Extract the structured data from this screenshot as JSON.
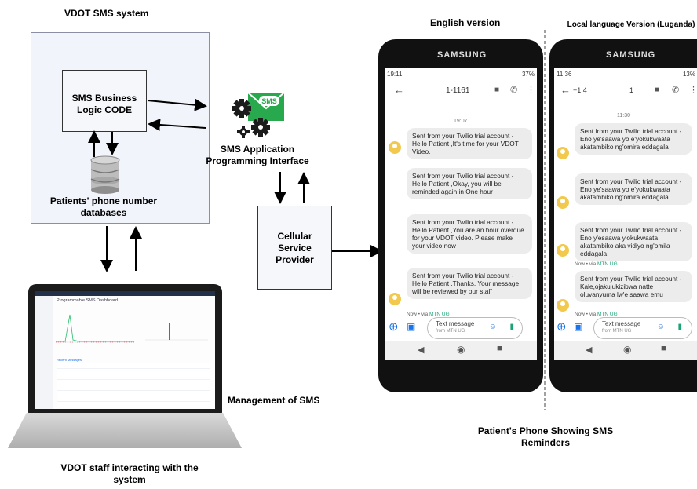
{
  "labels": {
    "vdot_sms_system": "VDOT SMS system",
    "business_logic": "SMS Business Logic CODE",
    "databases": "Patients' phone number databases",
    "api": "SMS Application Programming Interface",
    "api_logo_text": "SMS",
    "cellular": "Cellular Service Provider",
    "management": "Management of SMS",
    "staff": "VDOT staff interacting with the system",
    "english_version": "English version",
    "local_version": "Local language Version (Luganda)",
    "patient_phone": "Patient's Phone Showing SMS Reminders"
  },
  "english_phone": {
    "brand": "SAMSUNG",
    "status_time": "19:11",
    "status_right": "37%",
    "contact": "1-1161",
    "time_stamp": "19:07",
    "messages": [
      "Sent from your Twilio trial account - Hello Patient ,It's time for your VDOT Video.",
      "Sent from your Twilio trial account - Hello Patient ,Okay, you will be reminded again in One hour",
      "Sent from your Twilio trial account - Hello Patient ,You are an hour overdue for your VDOT video. Please make your video now",
      "Sent from your Twilio trial account - Hello Patient ,Thanks. Your message will be reviewed by our staff"
    ],
    "via_prefix": "Now • via ",
    "via_carrier": "MTN UG",
    "input_placeholder": "Text message",
    "input_sub": "from MTN UG"
  },
  "local_phone": {
    "brand": "SAMSUNG",
    "status_time": "11:36",
    "status_right": "13%",
    "contact_prefix": "+1 4",
    "contact_num": "1",
    "time_stamp": "11:30",
    "messages": [
      "Sent from your Twilio trial account - Eno ye'saawa yo e'yokukwaata akatambiko ng'omira eddagala",
      "Sent from your Twilio trial account - Eno ye'saawa yo e'yokukwaata akatambiko ng'omira eddagala",
      "Sent from your Twilio trial account - Eno y'esaawa y'okukwaata akatambiko aka vidiyo ng'omila eddagala",
      "Sent from your Twilio trial account - Kale,ojakujukizibwa natte oluvanyuma lw'e saawa emu"
    ],
    "via_prefix": "Now • via ",
    "via_carrier": "MTN UG",
    "input_placeholder": "Text message",
    "input_sub": "from MTN UG"
  },
  "laptop_dashboard": {
    "title": "Programmable SMS Dashboard",
    "section": "Recent Messages"
  },
  "colors": {
    "system_bg": "#f1f4fb",
    "sms_green": "#28a94e",
    "avatar_yellow": "#f2c94c",
    "link_blue": "#1a73e8"
  }
}
